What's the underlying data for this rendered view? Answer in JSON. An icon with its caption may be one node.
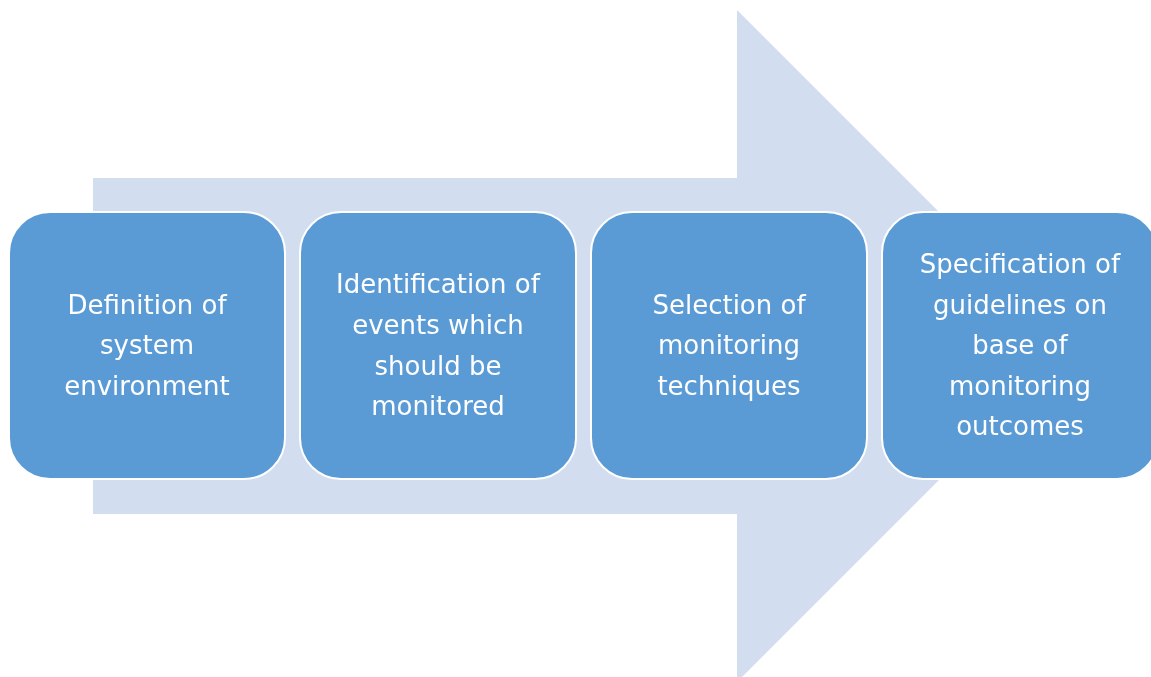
{
  "diagram": {
    "nodes": [
      {
        "text": [
          "Definition of system environment"
        ]
      },
      {
        "text": [
          "Identification of events which should be monitored"
        ]
      },
      {
        "text": [
          "Selection of monitoring techniques"
        ]
      },
      {
        "text": [
          "Specification of guidelines on base of monitoring outcomes"
        ]
      }
    ],
    "edges": [
      {
        "from": 0,
        "to": 3,
        "arrow": "to"
      }
    ]
  }
}
